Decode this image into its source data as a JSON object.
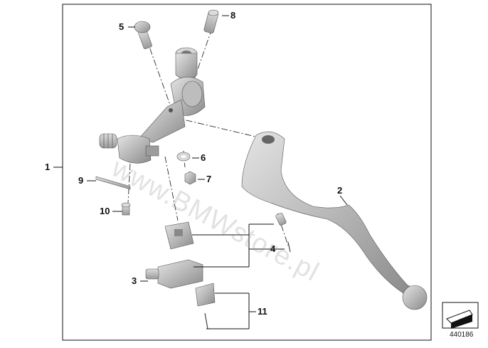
{
  "watermark": "www.BMWstore.pl",
  "image_number": "440186",
  "callouts": [
    {
      "id": "1",
      "label": "1"
    },
    {
      "id": "2",
      "label": "2"
    },
    {
      "id": "3",
      "label": "3"
    },
    {
      "id": "4",
      "label": "4"
    },
    {
      "id": "5",
      "label": "5"
    },
    {
      "id": "6",
      "label": "6"
    },
    {
      "id": "7",
      "label": "7"
    },
    {
      "id": "8",
      "label": "8"
    },
    {
      "id": "9",
      "label": "9"
    },
    {
      "id": "10",
      "label": "10"
    },
    {
      "id": "11",
      "label": "11"
    }
  ],
  "colors": {
    "part": "#c4c4c4",
    "part_dark": "#8e8e8e",
    "line": "#111111"
  }
}
